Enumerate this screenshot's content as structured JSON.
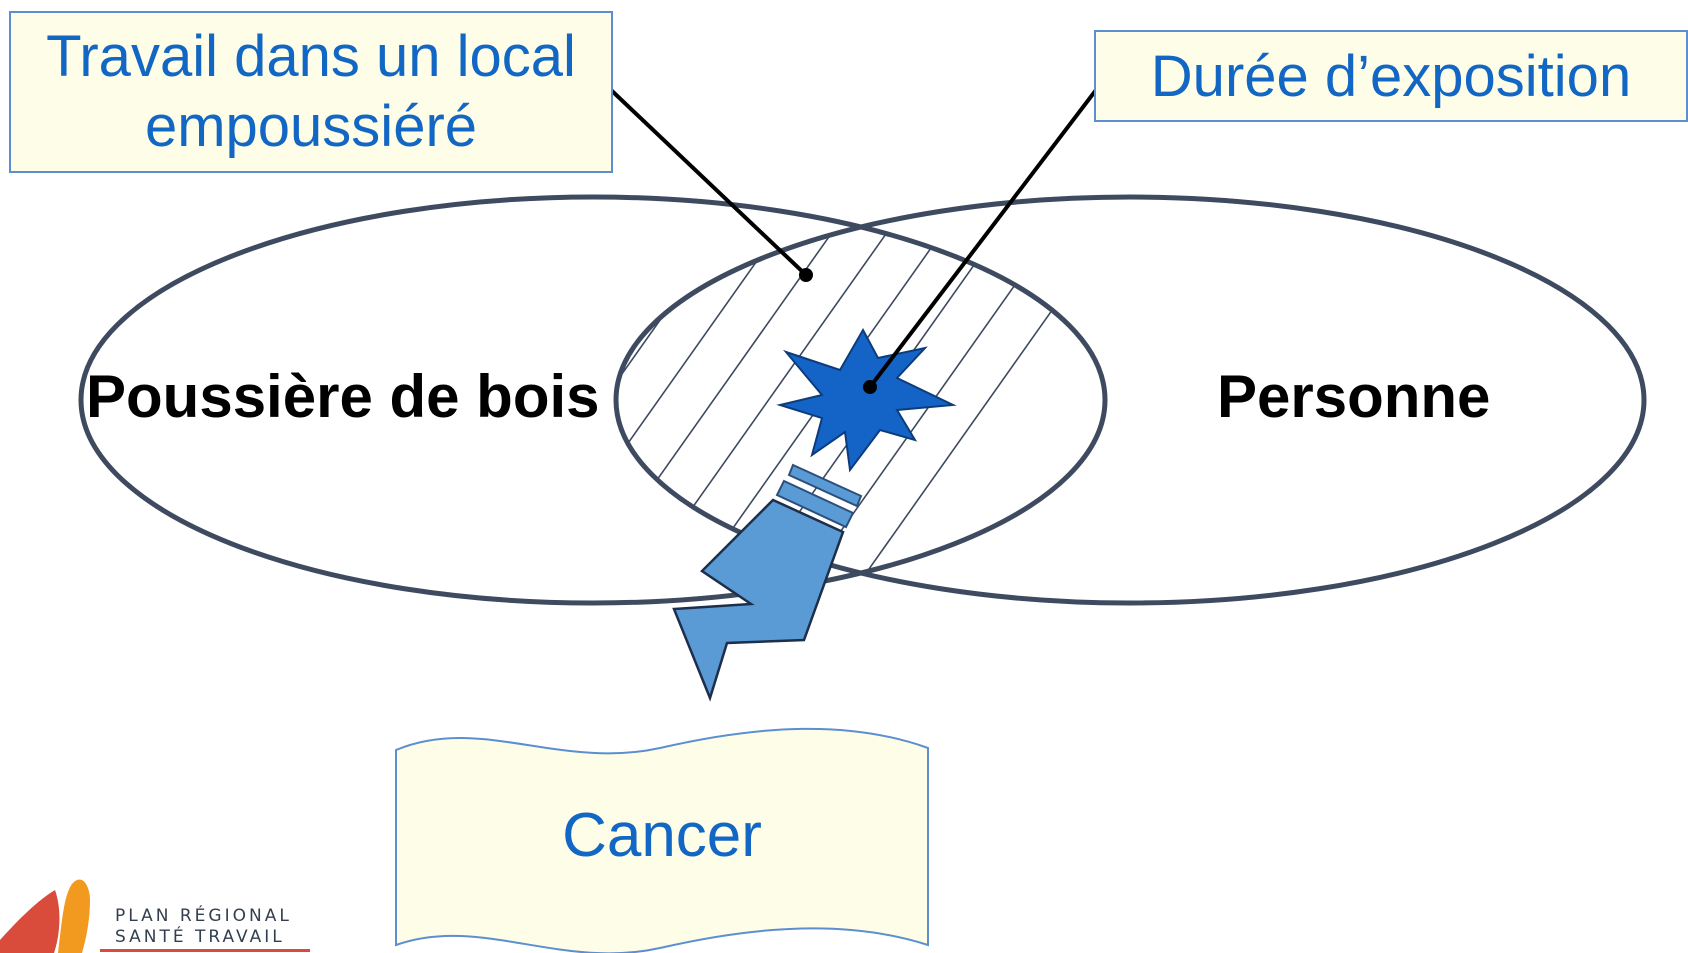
{
  "callouts": {
    "work_line1": "Travail dans un local",
    "work_line2": "empoussiéré",
    "duration": "Durée d’exposition"
  },
  "ellipses": {
    "left_label": "Poussière de bois",
    "right_label": "Personne"
  },
  "result": {
    "label": "Cancer"
  },
  "logo": {
    "line1": "PLAN RÉGIONAL",
    "line2": "SANTÉ TRAVAIL"
  },
  "colors": {
    "callout_fill": "#fefde8",
    "callout_border": "#5b8fd0",
    "text_blue": "#1266c4",
    "ellipse_stroke": "#3d4a5f",
    "explosion_fill": "#1464c8",
    "arrow_fill": "#5b9bd5",
    "logo_red": "#d94b3a",
    "logo_orange": "#f29a1f"
  },
  "icons": {
    "explosion": "explosion-icon",
    "arrow": "down-left-arrow-icon",
    "logo": "logo-mark-icon"
  }
}
